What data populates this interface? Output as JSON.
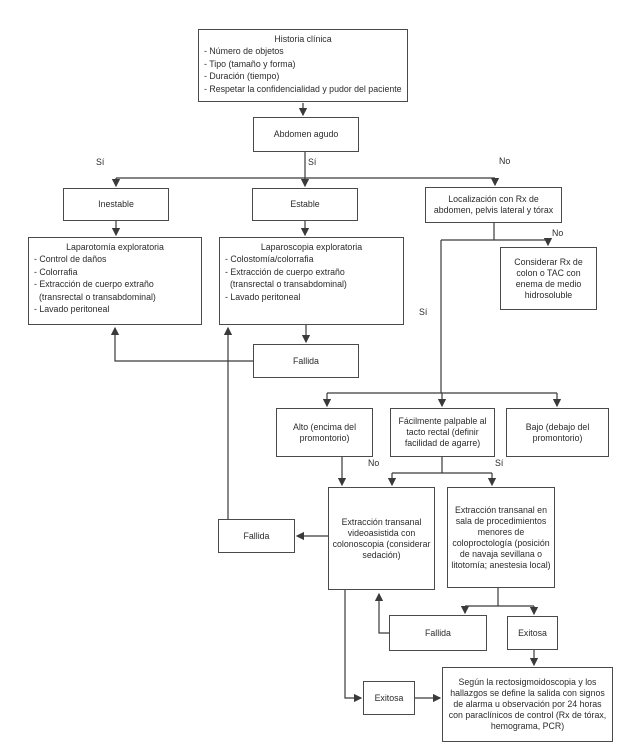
{
  "diagram": {
    "nodes": {
      "historia": {
        "title": "Historia clínica",
        "items": [
          "- Número de objetos",
          "- Tipo (tamaño y forma)",
          "- Duración (tiempo)",
          "- Respetar la confidencialidad y pudor del paciente"
        ]
      },
      "abdomen": {
        "label": "Abdomen agudo"
      },
      "inestable": {
        "label": "Inestable"
      },
      "estable": {
        "label": "Estable"
      },
      "localizacion": {
        "label": "Localización con Rx de abdomen, pelvis lateral y tórax"
      },
      "laparotomia": {
        "title": "Laparotomía exploratoria",
        "items": [
          "- Control de daños",
          "- Colorrafia",
          "- Extracción de cuerpo extraño",
          "(transrectal o transabdominal)",
          "- Lavado peritoneal"
        ]
      },
      "laparoscopia": {
        "title": "Laparoscopia exploratoria",
        "items": [
          "- Colostomía/colorrafia",
          "- Extracción de cuerpo extraño",
          "(transrectal o transabdominal)",
          "- Lavado peritoneal"
        ]
      },
      "considerar": {
        "label": "Considerar Rx de colon o TAC con enema de medio hidrosoluble"
      },
      "fallida_1": {
        "label": "Fallida"
      },
      "alto": {
        "label": "Alto (encima del promontorio)"
      },
      "facilmente": {
        "label": "Fácilmente palpable al tacto rectal (definir facilidad de agarre)"
      },
      "bajo": {
        "label": "Bajo (debajo del promontorio)"
      },
      "fallida_2": {
        "label": "Fallida"
      },
      "videoasistida": {
        "label": "Extracción transanal videoasistida con colonoscopia (considerar sedación)"
      },
      "sala": {
        "label": "Extracción transanal en sala de procedimientos menores de coloproctología (posición de navaja sevillana o litotomía; anestesia local)"
      },
      "fallida_3": {
        "label": "Fallida"
      },
      "exitosa_1": {
        "label": "Exitosa"
      },
      "exitosa_2": {
        "label": "Exitosa"
      },
      "segun": {
        "label": "Según la rectosigmoidoscopia y los hallazgos se define la salida con signos de alarma u observación por 24 horas con paraclínicos de control (Rx de tórax, hemograma, PCR)"
      }
    },
    "edge_labels": {
      "si_left": "Sí",
      "si_center": "Sí",
      "no_right": "No",
      "no_considerar": "No",
      "si_localizacion": "Sí",
      "no_facilmente": "No",
      "si_facilmente": "Sí"
    },
    "colors": {
      "line": "#3a3a3a",
      "box_border": "#4a4a4a",
      "text": "#2b2b2b",
      "background": "#ffffff"
    }
  }
}
